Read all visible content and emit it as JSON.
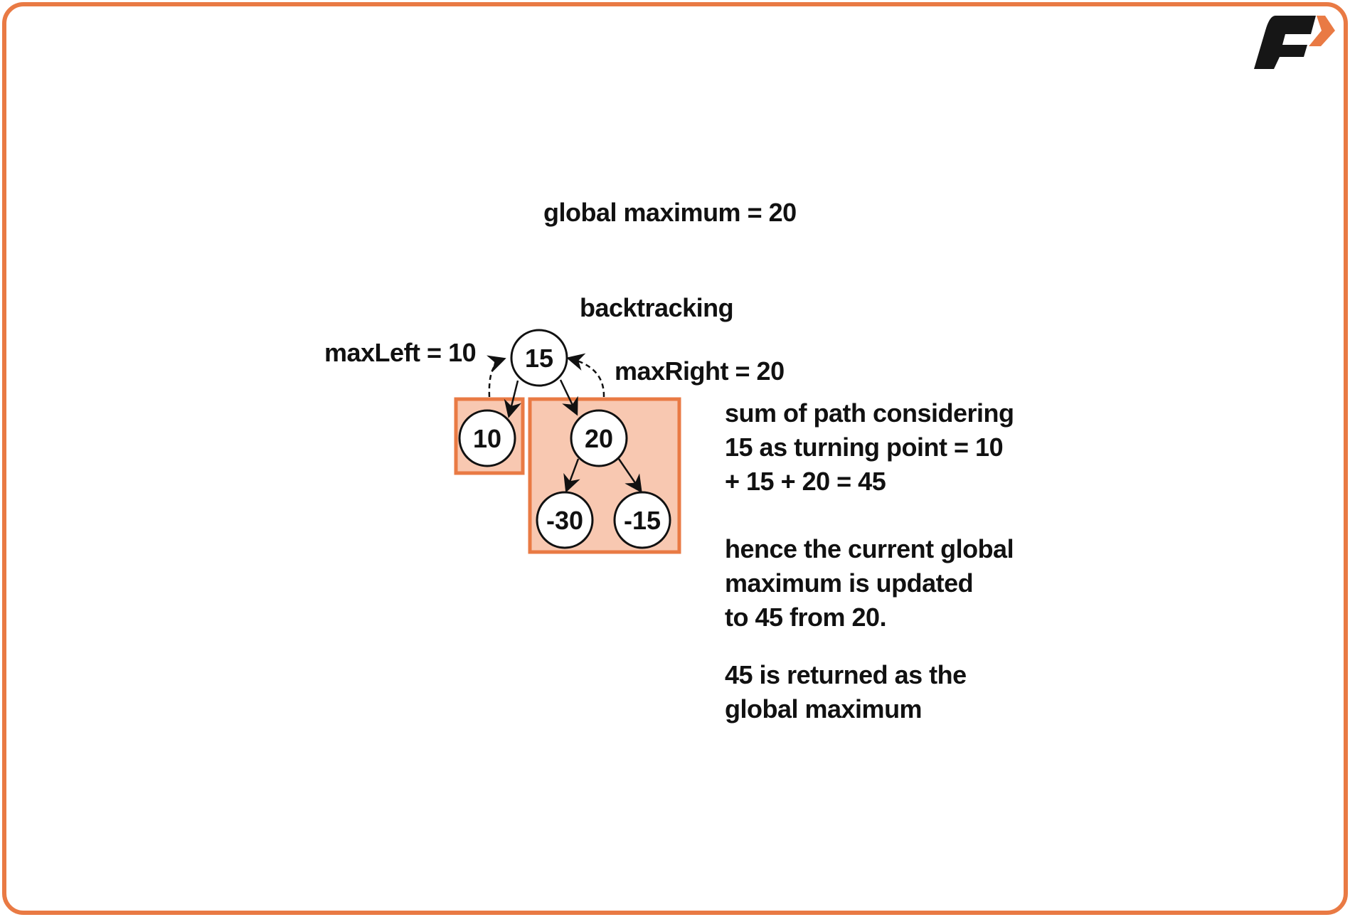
{
  "title": "global maximum = 20",
  "backtracking_label": "backtracking",
  "max_left_label": "maxLeft = 10",
  "max_right_label": "maxRight = 20",
  "tree": {
    "root": "15",
    "left": "10",
    "right": "20",
    "right_left": "-30",
    "right_right": "-15"
  },
  "explanation": {
    "block1": [
      "sum of path considering",
      "15 as turning point = 10",
      "+ 15 + 20 = 45"
    ],
    "block2": [
      "hence the current global",
      "maximum is updated",
      "to 45 from 20."
    ],
    "block3": [
      "45 is returned as the",
      "global maximum"
    ]
  },
  "colors": {
    "accent": "#e97a44",
    "box_fill": "#f8c8b1",
    "logo_dark": "#161616"
  }
}
